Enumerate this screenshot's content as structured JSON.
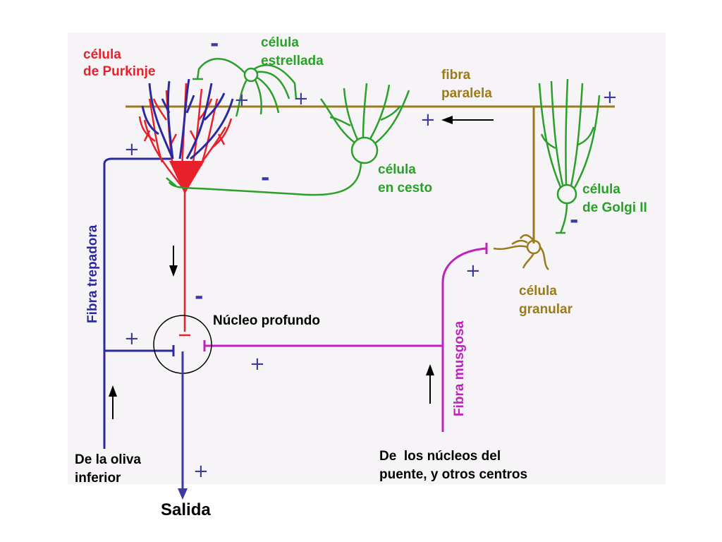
{
  "colors": {
    "purkinje": "#e8202a",
    "climbing": "#2a2aa0",
    "green": "#2aa02a",
    "olive": "#9a7a1a",
    "mossy": "#c020c0",
    "output": "#3a3aa0",
    "sign": "#3a3aa0",
    "arrow": "#000000"
  },
  "labels": {
    "purkinje_1": "célula",
    "purkinje_2": "de Purkinje",
    "stellate_1": "célula",
    "stellate_2": "estrellada",
    "parallel_1": "fibra",
    "parallel_2": "paralela",
    "basket_1": "célula",
    "basket_2": "en cesto",
    "golgi_1": "célula",
    "golgi_2": "de Golgi II",
    "granular_1": "célula",
    "granular_2": "granular",
    "climbing": "Fibra trepadora",
    "mossy": "Fibra musgosa",
    "deep_nucleus": "Núcleo profundo",
    "olive_1": "De la oliva",
    "olive_2": "inferior",
    "pons_1": "De  los núcleos del",
    "pons_2": "puente, y otros centros",
    "output": "Salida"
  },
  "signs": {
    "plus": "+",
    "minus": "-"
  }
}
